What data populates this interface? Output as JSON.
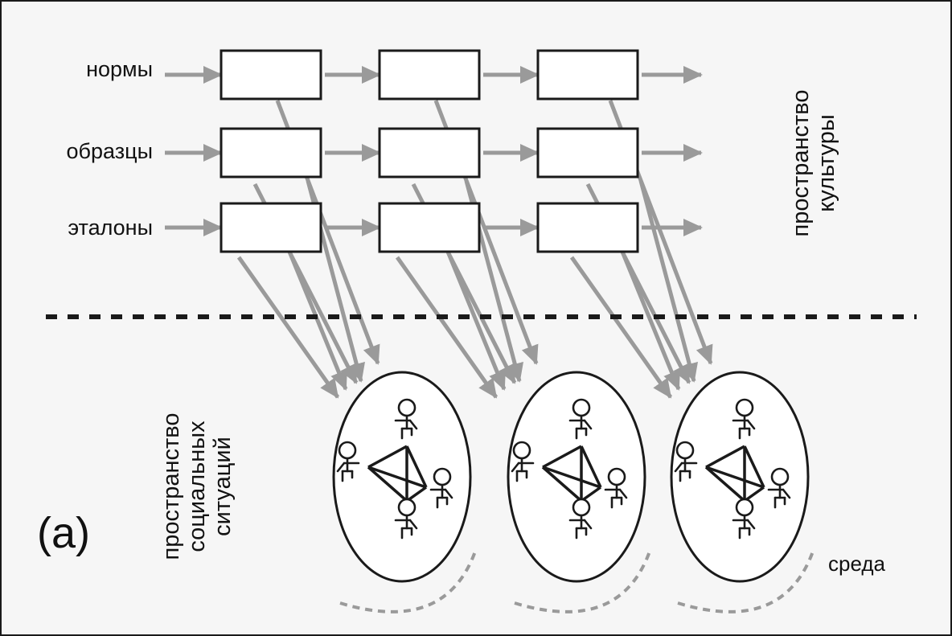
{
  "diagram": {
    "rows": [
      "нормы",
      "образцы",
      "эталоны"
    ],
    "culture_label": [
      "пространство",
      "культуры"
    ],
    "social_label": [
      "пространство",
      "социальных",
      "ситуаций"
    ],
    "figure_label": "(a)",
    "environment_label": "среда",
    "columns": 3,
    "people_per_situation": 4
  },
  "colors": {
    "arrow": "#9a9a9a",
    "box_stroke": "#1a1a1a",
    "box_fill": "#ffffff",
    "divider": "#1a1a1a",
    "environment_arc": "#9a9a9a"
  }
}
